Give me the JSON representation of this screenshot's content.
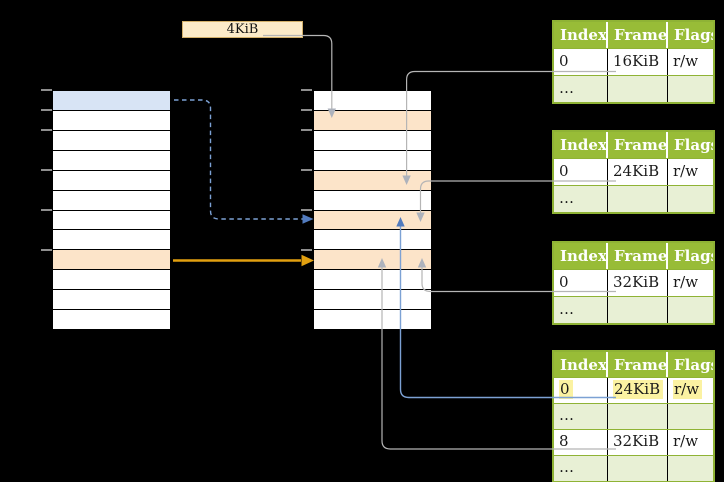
{
  "labels": {
    "page_size": "4KiB"
  },
  "page_tables": [
    {
      "headers": [
        "Index",
        "Frame",
        "Flags"
      ],
      "rows": [
        {
          "cells": [
            "0",
            "16KiB",
            "r/w"
          ],
          "variant": "white",
          "highlight": false
        },
        {
          "cells": [
            "…",
            "",
            ""
          ],
          "variant": "green",
          "highlight": false
        }
      ]
    },
    {
      "headers": [
        "Index",
        "Frame",
        "Flags"
      ],
      "rows": [
        {
          "cells": [
            "0",
            "24KiB",
            "r/w"
          ],
          "variant": "white",
          "highlight": false
        },
        {
          "cells": [
            "…",
            "",
            ""
          ],
          "variant": "green",
          "highlight": false
        }
      ]
    },
    {
      "headers": [
        "Index",
        "Frame",
        "Flags"
      ],
      "rows": [
        {
          "cells": [
            "0",
            "32KiB",
            "r/w"
          ],
          "variant": "white",
          "highlight": false
        },
        {
          "cells": [
            "…",
            "",
            ""
          ],
          "variant": "green",
          "highlight": false
        }
      ]
    },
    {
      "headers": [
        "Index",
        "Frame",
        "Flags"
      ],
      "rows": [
        {
          "cells": [
            "0",
            "24KiB",
            "r/w"
          ],
          "variant": "white",
          "highlight": true
        },
        {
          "cells": [
            "…",
            "",
            ""
          ],
          "variant": "green",
          "highlight": false
        },
        {
          "cells": [
            "8",
            "32KiB",
            "r/w"
          ],
          "variant": "white",
          "highlight": false
        },
        {
          "cells": [
            "…",
            "",
            ""
          ],
          "variant": "green",
          "highlight": false
        }
      ]
    }
  ],
  "memory_tables": {
    "left_rows": 12,
    "middle_rows": 12,
    "left_blue_row": 1,
    "left_peach_row": 9,
    "middle_peach_rows": [
      2,
      5,
      7,
      9
    ]
  },
  "colors": {
    "header_green": "#98BC37",
    "border_green": "#8FB335",
    "row_green": "#E8F0D5",
    "peach": "#FCE4C9",
    "blue_row": "#D8E4F5",
    "cream": "#FCEBC9",
    "cream_border": "#D3B06A",
    "line_gray": "#B5B5B5",
    "arrow_gray": "#ADB2BC",
    "line_blue": "#7CA1D4",
    "arrow_blue": "#527BBE",
    "accent_orange": "#E2A010",
    "tick_gray": "#8E8E8E",
    "highlight_yellow": "#FBF2A2"
  }
}
